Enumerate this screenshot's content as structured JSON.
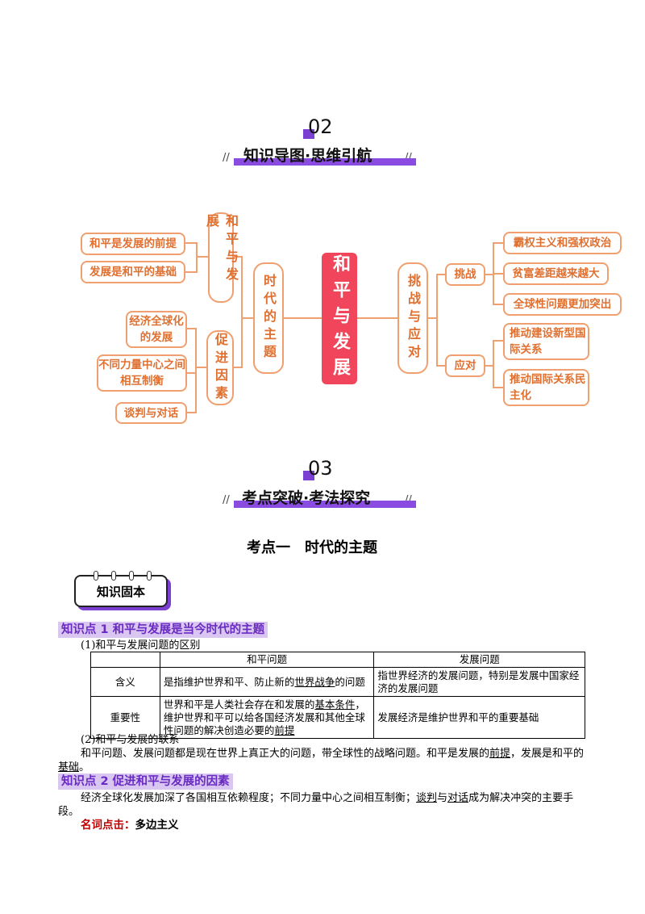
{
  "section2": {
    "number": "02",
    "title": "知识导图·思维引航"
  },
  "mindmap": {
    "center": "和平与发展",
    "left_branches": [
      {
        "label": "时代的主题"
      },
      {
        "label": "和平与发展",
        "items": [
          "和平是发展的前提",
          "发展是和平的基础"
        ]
      },
      {
        "label": "促进因素",
        "items": [
          "经济全球化的发展",
          "不同力量中心之间相互制衡",
          "谈判与对话"
        ]
      }
    ],
    "right_branches": [
      {
        "label": "挑战与应对"
      },
      {
        "label": "挑战",
        "items": [
          "霸权主义和强权政治",
          "贫富差距越来越大",
          "全球性问题更加突出"
        ]
      },
      {
        "label": "应对",
        "items": [
          "推动建设新型国际关系",
          "推动国际关系民主化"
        ]
      }
    ]
  },
  "section3": {
    "number": "03",
    "title": "考点突破·考法探究"
  },
  "topic_title": "考点一　时代的主题",
  "badge": "知识固本",
  "kp1": {
    "title": "知识点 1  和平与发展是当今时代的主题",
    "sub1": "(1)和平与发展问题的区别",
    "table": {
      "headers": [
        "",
        "和平问题",
        "发展问题"
      ],
      "row1_label": "含义",
      "row1_peace_a": "是指维护世界和平、防止新的",
      "row1_peace_u": "世界战争",
      "row1_peace_b": "的问题",
      "row1_dev": "指世界经济的发展问题，特别是发展中国家经济的发展问题",
      "row2_label": "重要性",
      "row2_peace_a": "世界和平是人类社会存在和发展的",
      "row2_peace_u1": "基本条件",
      "row2_peace_b": "，维护世界和平可以给各国经济发展和其他全球性问题的解决创造必要的",
      "row2_peace_u2": "前提",
      "row2_dev": "发展经济是维护世界和平的重要基础"
    },
    "sub2": "(2)和平与发展的联系",
    "link_a": "和平问题、发展问题都是现在世界上真正大的问题，带全球性的战略问题。和平是发展的",
    "link_u1": "前提",
    "link_b": "，发展是和平的",
    "link_u2": "基础",
    "link_c": "。"
  },
  "kp2": {
    "title": "知识点 2  促进和平与发展的因素",
    "text_a": "经济全球化发展加深了各国相互依赖程度；不同力量中心之间相互制衡；",
    "text_u1": "谈判",
    "text_b": "与",
    "text_u2": "对话",
    "text_c": "成为解决冲突的主要手段。"
  },
  "note": {
    "label": "名词点击：",
    "value": "多边主义"
  },
  "colors": {
    "accent_purple": "#7b3fd1",
    "mindmap_orange": "#e07030",
    "center_red": "#f0455a",
    "kp_bg": "#d9c7f2"
  }
}
